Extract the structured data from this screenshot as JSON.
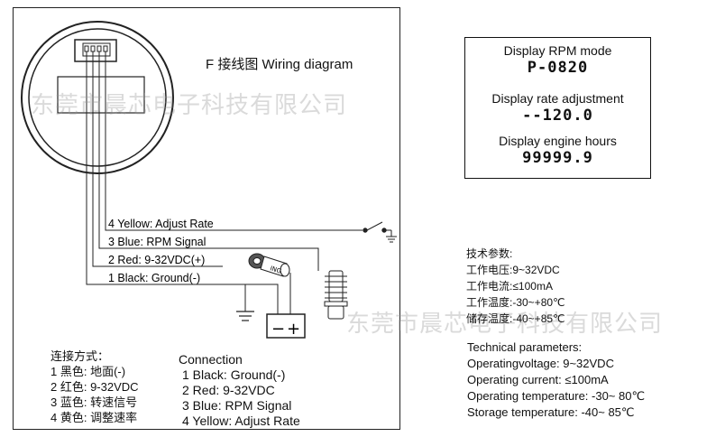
{
  "diagram": {
    "title": "F 接线图 Wiring diagram",
    "watermark": "东莞市晨芯电子科技有限公司",
    "wires": [
      {
        "label": "4 Yellow: Adjust Rate"
      },
      {
        "label": "3 Blue: RPM Signal"
      },
      {
        "label": "2 Red: 9-32VDC(+)"
      },
      {
        "label": "1 Black: Ground(-)"
      }
    ],
    "ing_label": "ING",
    "battery_minus": "−",
    "battery_plus": "+"
  },
  "connection_cn": {
    "heading": "连接方式：",
    "items": [
      "1 黑色: 地面(-)",
      "2 红色: 9-32VDC",
      "3 蓝色: 转速信号",
      "4 黄色: 调整速率"
    ]
  },
  "connection_en": {
    "heading": "Connection",
    "items": [
      "1 Black: Ground(-)",
      "2 Red: 9-32VDC",
      "3 Blue: RPM Signal",
      "4 Yellow: Adjust  Rate"
    ]
  },
  "lcd": {
    "rows": [
      {
        "label": "Display RPM mode",
        "value": "P-0820"
      },
      {
        "label": "Display rate adjustment",
        "value": "--120.0"
      },
      {
        "label": "Display engine hours",
        "value": "99999.9"
      }
    ]
  },
  "tech_cn": {
    "heading": "技术参数:",
    "items": [
      "工作电压:9~32VDC",
      "工作电流:≤100mA",
      "工作温度:-30~+80℃",
      "储存温度:-40~+85℃"
    ]
  },
  "tech_en": {
    "heading": "Technical parameters:",
    "items": [
      "Operatingvoltage: 9~32VDC",
      "Operating current: ≤100mA",
      "Operating temperature: -30~ 80℃",
      "Storage temperature: -40~ 85℃"
    ]
  }
}
